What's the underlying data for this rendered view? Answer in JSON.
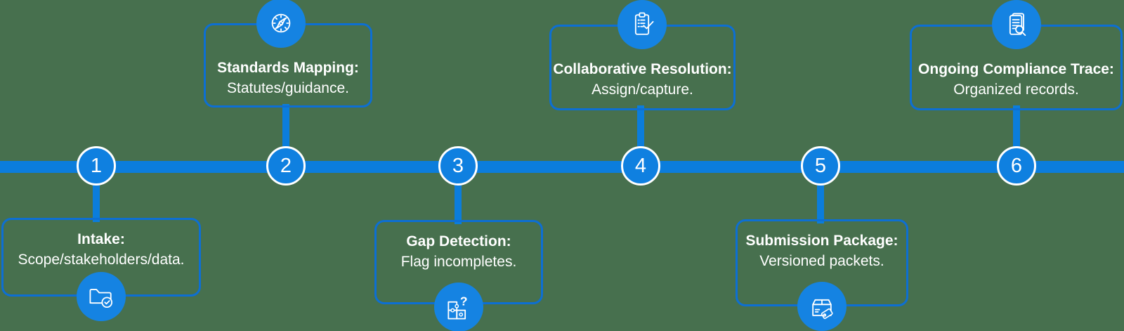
{
  "diagram_title": "compliance-process-timeline",
  "colors": {
    "background": "#47704e",
    "bar-blue": "#0b7ddc",
    "circle-blue": "#0f80e0",
    "icon-circle-blue": "#1583e2",
    "box-border-blue": "#0d6fd3",
    "text-white": "#ffffff"
  },
  "timeline": {
    "steps": [
      {
        "number": "1",
        "title": "Intake:",
        "description": "Scope/stakeholders/data.",
        "icon": "folder-check",
        "position": "below"
      },
      {
        "number": "2",
        "title": "Standards Mapping:",
        "description": "Statutes/guidance.",
        "icon": "compass",
        "position": "above"
      },
      {
        "number": "3",
        "title": "Gap Detection:",
        "description": "Flag incompletes.",
        "icon": "puzzle-question",
        "position": "below"
      },
      {
        "number": "4",
        "title": "Collaborative Resolution:",
        "description": "Assign/capture.",
        "icon": "clipboard-check",
        "position": "above"
      },
      {
        "number": "5",
        "title": "Submission Package:",
        "description": "Versioned packets.",
        "icon": "package-tag",
        "position": "below"
      },
      {
        "number": "6",
        "title": "Ongoing Compliance Trace:",
        "description": "Organized records.",
        "icon": "document-search",
        "position": "above"
      }
    ]
  }
}
